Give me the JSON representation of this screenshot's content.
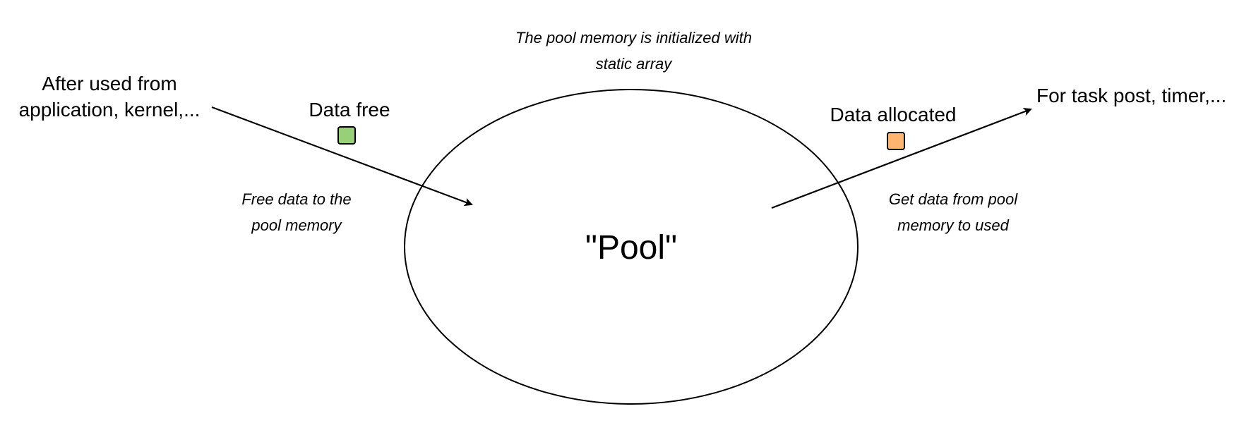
{
  "labels": {
    "source": "After used from application, kernel,...",
    "source_line1": "After used from",
    "source_line2": "application, kernel,...",
    "data_free": "Data free",
    "free_note_line1": "Free data to the",
    "free_note_line2": "pool memory",
    "init_note_line1": "The pool memory is initialized with",
    "init_note_line2": "static array",
    "pool": "\"Pool\"",
    "data_allocated": "Data allocated",
    "alloc_note_line1": "Get data from pool",
    "alloc_note_line2": "memory to used",
    "destination": "For task post, timer,..."
  },
  "colors": {
    "free_square": "#97d077",
    "allocated_square": "#ffb570",
    "stroke": "#000000",
    "background": "#ffffff"
  }
}
